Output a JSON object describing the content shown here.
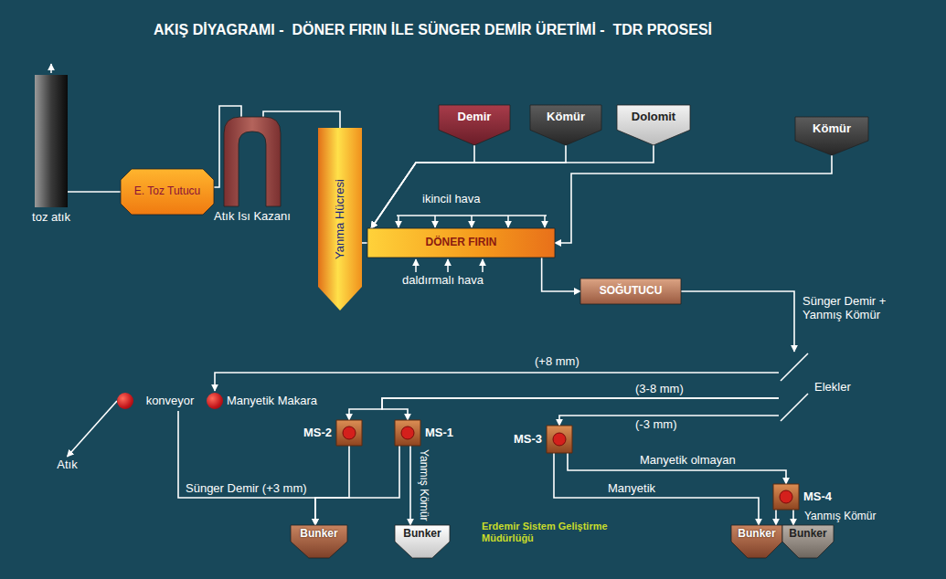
{
  "diagram": {
    "title": "AKIŞ DİYAGRAMI -  DÖNER FIRIN İLE SÜNGER DEMİR ÜRETİMİ -  TDR PROSESİ",
    "nodes": [
      {
        "text": [
          "Demir"
        ]
      },
      {
        "text": [
          "Kömür"
        ]
      },
      {
        "text": [
          "Dolomit"
        ]
      },
      {
        "text": [
          "Kömür"
        ]
      },
      {
        "text": [
          "toz atık"
        ]
      },
      {
        "text": [
          "E. Toz Tutucu"
        ]
      },
      {
        "text": [
          "Atık Isı Kazanı"
        ]
      },
      {
        "text": [
          "Yanma Hücresi"
        ]
      },
      {
        "text": [
          "DÖNER FIRIN"
        ]
      },
      {
        "text": [
          "SOĞUTUCU"
        ]
      },
      {
        "text": [
          "Elekler"
        ]
      },
      {
        "text": [
          "konveyor",
          "Manyetik Makara"
        ]
      },
      {
        "text": [
          "Atık"
        ]
      },
      {
        "text": [
          "MS-2"
        ]
      },
      {
        "text": [
          "MS-1"
        ]
      },
      {
        "text": [
          "MS-3"
        ]
      },
      {
        "text": [
          "MS-4"
        ]
      },
      {
        "text": [
          "Bunker"
        ]
      },
      {
        "text": [
          "Bunker"
        ]
      },
      {
        "text": [
          "Bunker"
        ]
      },
      {
        "text": [
          "Bunker"
        ]
      }
    ],
    "edges": [
      {
        "from": 0,
        "to": 8,
        "arrow": "to"
      },
      {
        "from": 1,
        "to": 8,
        "arrow": "to"
      },
      {
        "from": 2,
        "to": 8,
        "arrow": "to"
      },
      {
        "from": 3,
        "to": 8,
        "arrow": "to"
      },
      {
        "from": 8,
        "to": 7,
        "arrow": "none"
      },
      {
        "from": 7,
        "to": 6,
        "arrow": "none"
      },
      {
        "from": 6,
        "to": 5,
        "arrow": "none"
      },
      {
        "from": 5,
        "to": 4,
        "arrow": "none"
      },
      {
        "from": 8,
        "to": 9,
        "arrow": "to"
      },
      {
        "from": 9,
        "to": 10,
        "label": "Sünger Demir + Yanmış Kömür",
        "arrow": "to"
      },
      {
        "from": 10,
        "to": 11,
        "label": "(+8 mm)",
        "arrow": "to"
      },
      {
        "from": 10,
        "to": 13,
        "label": "(3-8 mm)",
        "arrow": "to"
      },
      {
        "from": 10,
        "to": 14,
        "arrow": "to"
      },
      {
        "from": 10,
        "to": 15,
        "label": "(-3 mm)",
        "arrow": "to"
      },
      {
        "from": 11,
        "to": 12,
        "arrow": "to"
      },
      {
        "from": 11,
        "to": 17,
        "label": "Sünger Demir (+3 mm)",
        "arrow": "to"
      },
      {
        "from": 13,
        "to": 17,
        "arrow": "to"
      },
      {
        "from": 14,
        "to": 17,
        "arrow": "to"
      },
      {
        "from": 14,
        "to": 18,
        "label": "Yanmış Kömür",
        "arrow": "to"
      },
      {
        "from": 15,
        "to": 16,
        "label": "Manyetik olmayan",
        "arrow": "to"
      },
      {
        "from": 15,
        "to": 19,
        "label": "Manyetik",
        "arrow": "to"
      },
      {
        "from": 16,
        "to": 19,
        "arrow": "to"
      },
      {
        "from": 16,
        "to": 20,
        "label": "Yanmış Kömür",
        "arrow": "to"
      }
    ],
    "labels": [
      "ikincil hava",
      "daldırmalı hava",
      "Erdemir Sistem Geliştirme Müdürlüğü"
    ]
  }
}
